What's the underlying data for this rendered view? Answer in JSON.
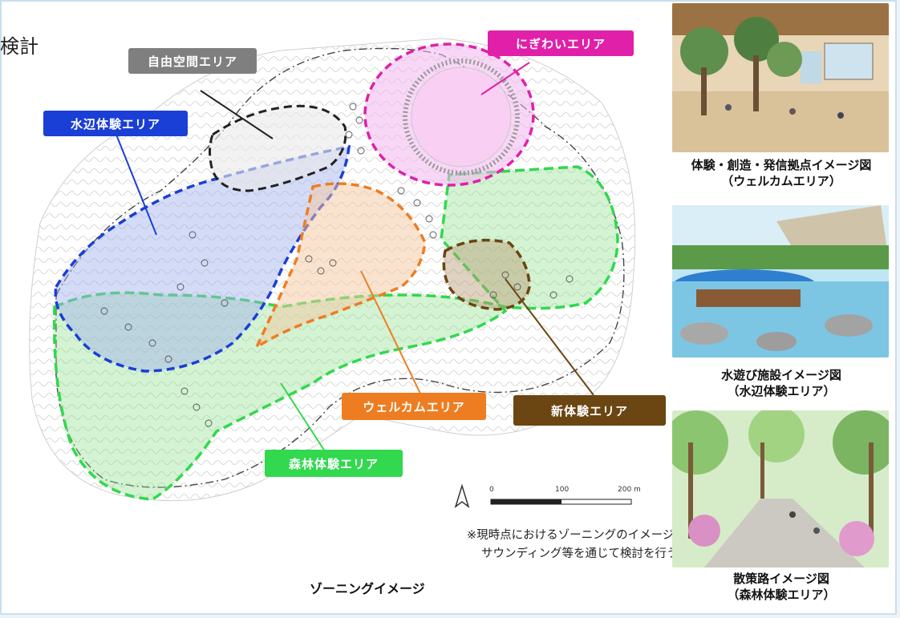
{
  "partial_text": "検計",
  "zones": {
    "free": "自由空間エリア",
    "lively": "にぎわいエリア",
    "waterside": "水辺体験エリア",
    "welcome": "ウェルカムエリア",
    "new_exp": "新体験エリア",
    "forest": "森林体験エリア"
  },
  "colors": {
    "free": "#7f7f7f",
    "lively": "#e020a8",
    "waterside": "#1a3fd6",
    "welcome": "#ee7d22",
    "new_exp": "#6b4512",
    "forest": "#32d84e"
  },
  "scale": {
    "s0": "0",
    "s1": "100",
    "s2": "200 m"
  },
  "north_icon": "north-arrow",
  "note": {
    "line1": "※現時点におけるゾーニングのイメージを示したものであり、今後さらに",
    "line2": "サウンディング等を通じて検討を行う。"
  },
  "caption": "ゾーニングイメージ",
  "photos": [
    {
      "line1": "体験・創造・発信拠点イメージ図",
      "line2": "（ウェルカムエリア）"
    },
    {
      "line1": "水遊び施設イメージ図",
      "line2": "（水辺体験エリア）"
    },
    {
      "line1": "散策路イメージ図",
      "line2": "（森林体験エリア）"
    }
  ]
}
